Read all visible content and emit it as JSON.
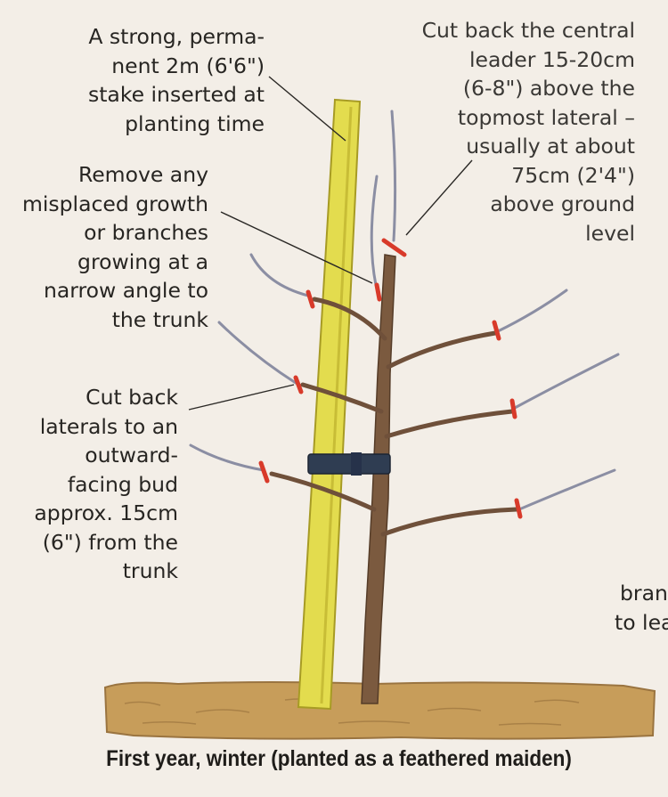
{
  "labels": {
    "stake": [
      "A strong, perma-",
      "nent 2m (6'6\")",
      "stake inserted at",
      "planting time"
    ],
    "leader": [
      "Cut back the central",
      "leader 15-20cm",
      "(6-8\") above the",
      "topmost lateral –",
      "usually at about",
      "75cm (2'4\")",
      "above ground",
      "level"
    ],
    "misplaced": [
      "Remove any",
      "misplaced growth",
      "or branches",
      "growing at a",
      "narrow angle to",
      "the trunk"
    ],
    "laterals": [
      "Cut back",
      "laterals to an",
      "outward-",
      "facing bud",
      "approx. 15cm",
      "(6\") from the",
      "trunk"
    ],
    "partial": [
      "bran",
      "to lea"
    ]
  },
  "caption": "First year, winter (planted as a feathered maiden)",
  "colors": {
    "page": "#f3eee7",
    "stake": "#e3dc4e",
    "trunk": "#7b5a3f",
    "ground": "#c79d5a",
    "cut_mark": "#d83a2a",
    "tie": "#2f3d52",
    "pruned_growth": "#8b8ea3"
  }
}
